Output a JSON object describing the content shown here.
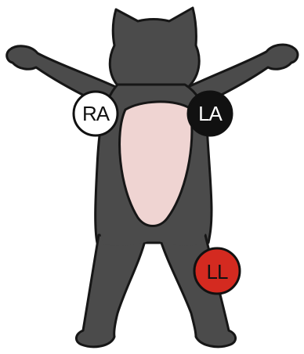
{
  "diagram": {
    "electrodes": {
      "ra": {
        "label": "RA",
        "fill": "#ffffff",
        "text_color": "#111111",
        "stroke": "#111111"
      },
      "la": {
        "label": "LA",
        "fill": "#111111",
        "text_color": "#ffffff",
        "stroke": "#111111"
      },
      "ll": {
        "label": "LL",
        "fill": "#d42a20",
        "text_color": "#111111",
        "stroke": "#111111"
      }
    },
    "colors": {
      "body": "#4b4b4b",
      "outline": "#161616",
      "chest": "#efd4d2",
      "background": "#ffffff"
    }
  }
}
